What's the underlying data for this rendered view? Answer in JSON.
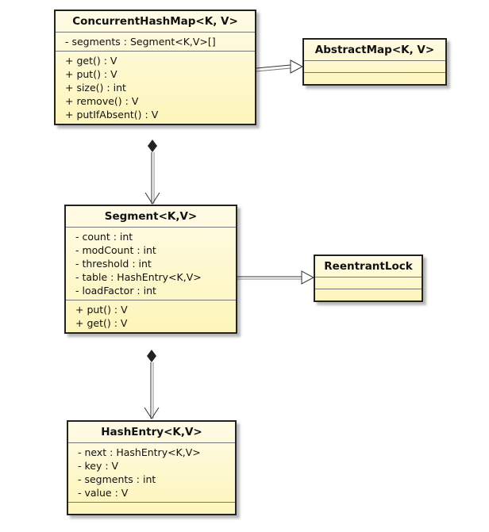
{
  "classes": {
    "concurrent_hash_map": {
      "name": "ConcurrentHashMap",
      "type_params": "<K, V>",
      "attributes": [
        "- segments : Segment<K,V>[]"
      ],
      "operations": [
        "+ get() : V",
        "+ put() : V",
        "+ size() : int",
        "+ remove() : V",
        "+ putIfAbsent() : V"
      ]
    },
    "abstract_map": {
      "name": "AbstractMap",
      "type_params": "<K, V>",
      "attributes": [],
      "operations": []
    },
    "segment": {
      "name": "Segment",
      "type_params": "<K,V>",
      "attributes": [
        "- count : int",
        "- modCount : int",
        "- threshold : int",
        "- table : HashEntry<K,V>",
        "- loadFactor : int"
      ],
      "operations": [
        "+ put() : V",
        "+ get() : V"
      ]
    },
    "reentrant_lock": {
      "name": "ReentrantLock",
      "type_params": "",
      "attributes": [],
      "operations": []
    },
    "hash_entry": {
      "name": "HashEntry",
      "type_params": "<K,V>",
      "attributes": [
        "- next : HashEntry<K,V>",
        "- key : V",
        "- segments : int",
        "- value : V"
      ],
      "operations": []
    }
  },
  "relationships": [
    {
      "from": "concurrent_hash_map",
      "to": "abstract_map",
      "kind": "generalization"
    },
    {
      "from": "concurrent_hash_map",
      "to": "segment",
      "kind": "composition"
    },
    {
      "from": "segment",
      "to": "reentrant_lock",
      "kind": "generalization"
    },
    {
      "from": "segment",
      "to": "hash_entry",
      "kind": "composition"
    }
  ]
}
